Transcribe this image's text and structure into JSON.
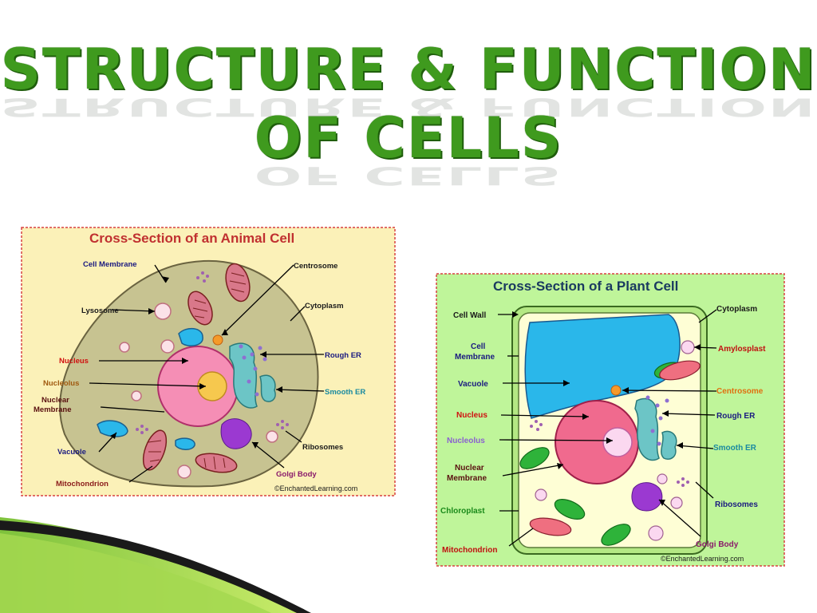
{
  "slide": {
    "title_line1": "STRUCTURE & FUNCTION",
    "title_line2": "OF CELLS"
  },
  "animal_cell": {
    "heading": "Cross-Section of an Animal Cell",
    "labels": {
      "cell_membrane": "Cell Membrane",
      "lysosome": "Lysosome",
      "nucleus": "Nucleus",
      "nucleolus": "Nucleolus",
      "nuclear_membrane_1": "Nuclear",
      "nuclear_membrane_2": "Membrane",
      "vacuole": "Vacuole",
      "mitochondrion": "Mitochondrion",
      "centrosome": "Centrosome",
      "cytoplasm": "Cytoplasm",
      "rough_er": "Rough ER",
      "smooth_er": "Smooth ER",
      "ribosomes": "Ribosomes",
      "golgi_body": "Golgi Body"
    },
    "credit": "©EnchantedLearning.com"
  },
  "plant_cell": {
    "heading": "Cross-Section of a Plant Cell",
    "labels": {
      "cell_wall": "Cell Wall",
      "cell_membrane_1": "Cell",
      "cell_membrane_2": "Membrane",
      "vacuole": "Vacuole",
      "nucleus": "Nucleus",
      "nucleolus": "Nucleolus",
      "nuclear_membrane_1": "Nuclear",
      "nuclear_membrane_2": "Membrane",
      "chloroplast": "Chloroplast",
      "mitochondrion": "Mitochondrion",
      "cytoplasm": "Cytoplasm",
      "amylosplast": "Amylosplast",
      "centrosome": "Centrosome",
      "rough_er": "Rough ER",
      "smooth_er": "Smooth ER",
      "ribosomes": "Ribosomes",
      "golgi_body": "Golgi Body"
    },
    "credit": "©EnchantedLearning.com"
  },
  "colors": {
    "title_green": "#3f9a1e",
    "animal_bg": "#fbf1b8",
    "animal_cytoplasm": "#c7c391",
    "plant_bg": "#bff59a",
    "plant_cytoplasm": "#fefed5",
    "nucleus_pink": "#f58eb5",
    "vacuole_blue": "#2ab7ea",
    "label_red": "#d01010",
    "label_navy": "#1a1a80"
  }
}
